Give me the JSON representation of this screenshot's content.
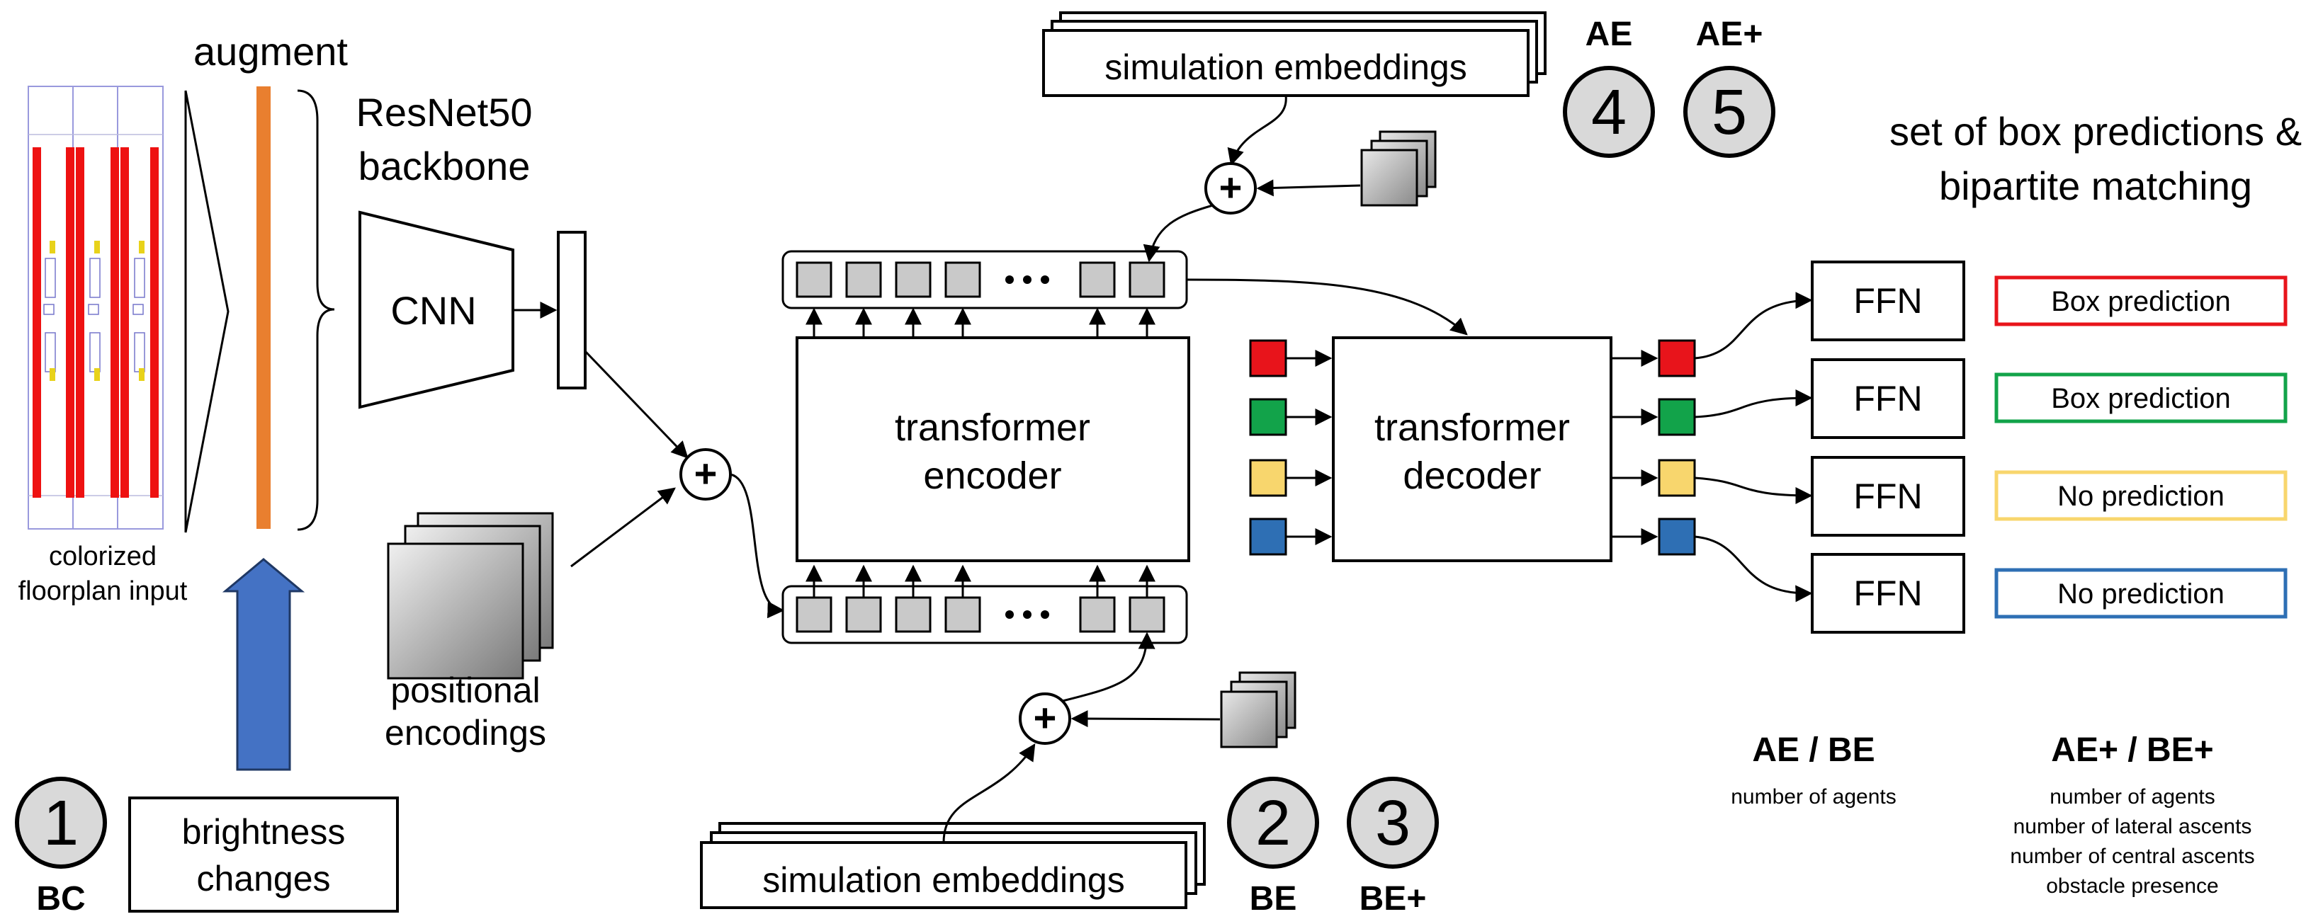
{
  "labels": {
    "augment": "augment",
    "resnet_line1": "ResNet50",
    "resnet_line2": "backbone",
    "cnn": "CNN",
    "input_line1": "colorized",
    "input_line2": "floorplan input",
    "pos_line1": "positional",
    "pos_line2": "encodings",
    "encoder_line1": "transformer",
    "encoder_line2": "encoder",
    "decoder_line1": "transformer",
    "decoder_line2": "decoder",
    "sim_top": "simulation embeddings",
    "sim_bottom": "simulation embeddings",
    "brightness_line1": "brightness",
    "brightness_line2": "changes",
    "set_line1": "set of box predictions &",
    "set_line2": "bipartite matching",
    "plus": "+"
  },
  "ffn_rows": [
    {
      "ffn": "FFN",
      "prediction": "Box prediction",
      "color": "#e8141b"
    },
    {
      "ffn": "FFN",
      "prediction": "Box prediction",
      "color": "#12a34a"
    },
    {
      "ffn": "FFN",
      "prediction": "No prediction",
      "color": "#f8d66d"
    },
    {
      "ffn": "FFN",
      "prediction": "No prediction",
      "color": "#2e6fb4"
    }
  ],
  "badges": [
    {
      "number": "1",
      "label": "BC"
    },
    {
      "number": "2",
      "label": "BE"
    },
    {
      "number": "3",
      "label": "BE+"
    },
    {
      "number": "4",
      "label": "AE"
    },
    {
      "number": "5",
      "label": "AE+"
    }
  ],
  "legend": {
    "ae_be_title": "AE / BE",
    "ae_be_items": [
      "number of agents"
    ],
    "aeplus_beplus_title": "AE+ / BE+",
    "aeplus_beplus_items": [
      "number of agents",
      "number of lateral ascents",
      "number of central ascents",
      "obstacle presence"
    ]
  },
  "colors": {
    "augment_bar": "#e97f2f",
    "brightness_arrow": "#4472c4",
    "token_gray": "#c9c9c9",
    "badge_gray": "#d9d9d9",
    "floorplan_red": "#ee1111"
  },
  "icons": {
    "ellipsis": "dots",
    "merge": "circled-plus"
  }
}
